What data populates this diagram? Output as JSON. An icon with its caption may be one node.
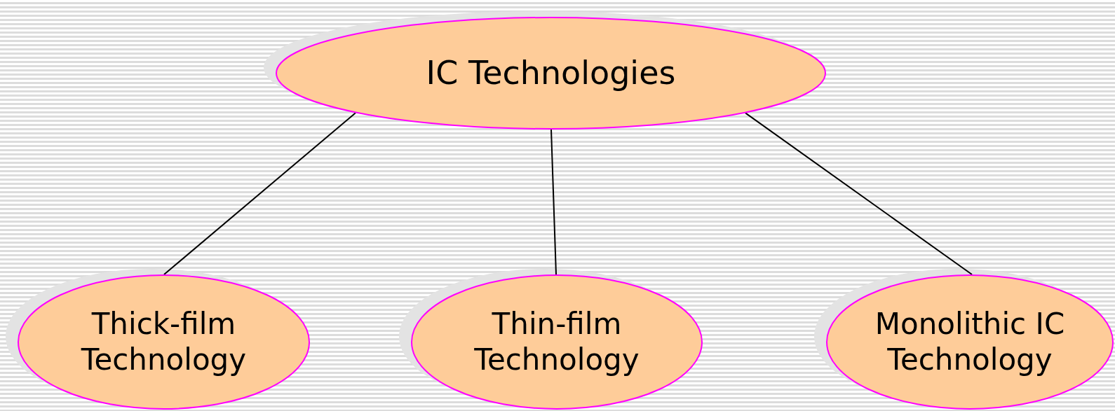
{
  "diagram": {
    "nodes": [
      {
        "text": [
          "IC Technologies"
        ]
      },
      {
        "text": [
          "Thick-film Technology"
        ]
      },
      {
        "text": [
          "Thin-film Technology"
        ]
      },
      {
        "text": [
          "Monolithic IC Technology"
        ]
      }
    ],
    "edges": [
      {
        "from": 0,
        "to": 1,
        "arrow": "none"
      },
      {
        "from": 0,
        "to": 2,
        "arrow": "none"
      },
      {
        "from": 0,
        "to": 3,
        "arrow": "none"
      }
    ]
  }
}
